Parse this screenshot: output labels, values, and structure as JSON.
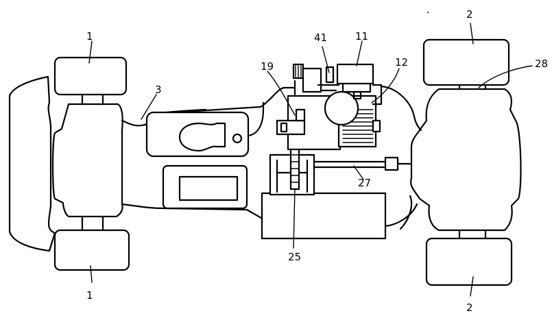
{
  "figure": {
    "type": "patent-line-drawing",
    "subject": "vehicle chassis top view with engine drivetrain",
    "labels": {
      "front_wheel_top": "1",
      "front_wheel_bottom": "1",
      "rear_wheel_top": "2",
      "rear_wheel_bottom": "2",
      "frame": "3",
      "engine_top": "11",
      "engine_cylinder": "12",
      "clutch": "19",
      "chain_sprocket": "25",
      "drive_shaft": "27",
      "rear_axle": "28",
      "throttle": "41"
    },
    "colors": {
      "line": "#000000",
      "background": "#ffffff"
    }
  }
}
